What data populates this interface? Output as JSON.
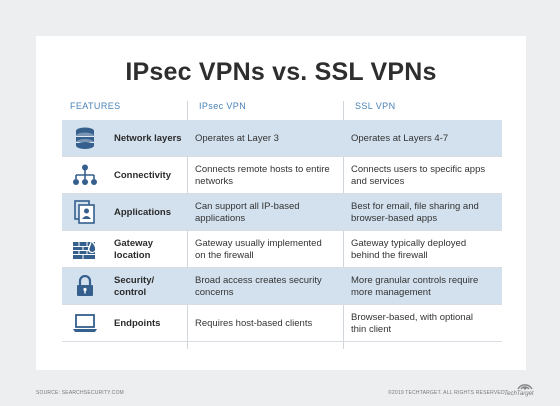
{
  "title": "IPsec VPNs vs. SSL VPNs",
  "headers": {
    "features": "FEATURES",
    "ipsec": "IPsec VPN",
    "ssl": "SSL VPN"
  },
  "rows": [
    {
      "feature": "Network layers",
      "ipsec": "Operates at Layer 3",
      "ssl": "Operates at Layers 4-7",
      "icon": "database-icon",
      "shaded": true
    },
    {
      "feature": "Connectivity",
      "ipsec": "Connects remote hosts to entire networks",
      "ssl": "Connects users to specific apps and services",
      "icon": "network-tree-icon",
      "shaded": false
    },
    {
      "feature": "Applications",
      "ipsec": "Can support all IP-based applications",
      "ssl": "Best for email, file sharing and browser-based apps",
      "icon": "documents-icon",
      "shaded": true
    },
    {
      "feature": "Gateway location",
      "ipsec": "Gateway usually implemented on the firewall",
      "ssl": "Gateway typically deployed behind the firewall",
      "icon": "firewall-icon",
      "shaded": false
    },
    {
      "feature": "Security/ control",
      "ipsec": "Broad access creates security concerns",
      "ssl": "More granular controls require more management",
      "icon": "padlock-icon",
      "shaded": true
    },
    {
      "feature": "Endpoints",
      "ipsec": "Requires host-based clients",
      "ssl": "Browser-based, with optional thin client",
      "icon": "laptop-icon",
      "shaded": false
    }
  ],
  "footer": {
    "source": "SOURCE: SEARCHSECURITY.COM",
    "copyright": "©2019 TECHTARGET. ALL RIGHTS RESERVED",
    "brand": "TechTarget"
  },
  "colors": {
    "accent": "#4a82b5",
    "row_shade": "#d3e1ee",
    "icon": "#355f8c"
  }
}
